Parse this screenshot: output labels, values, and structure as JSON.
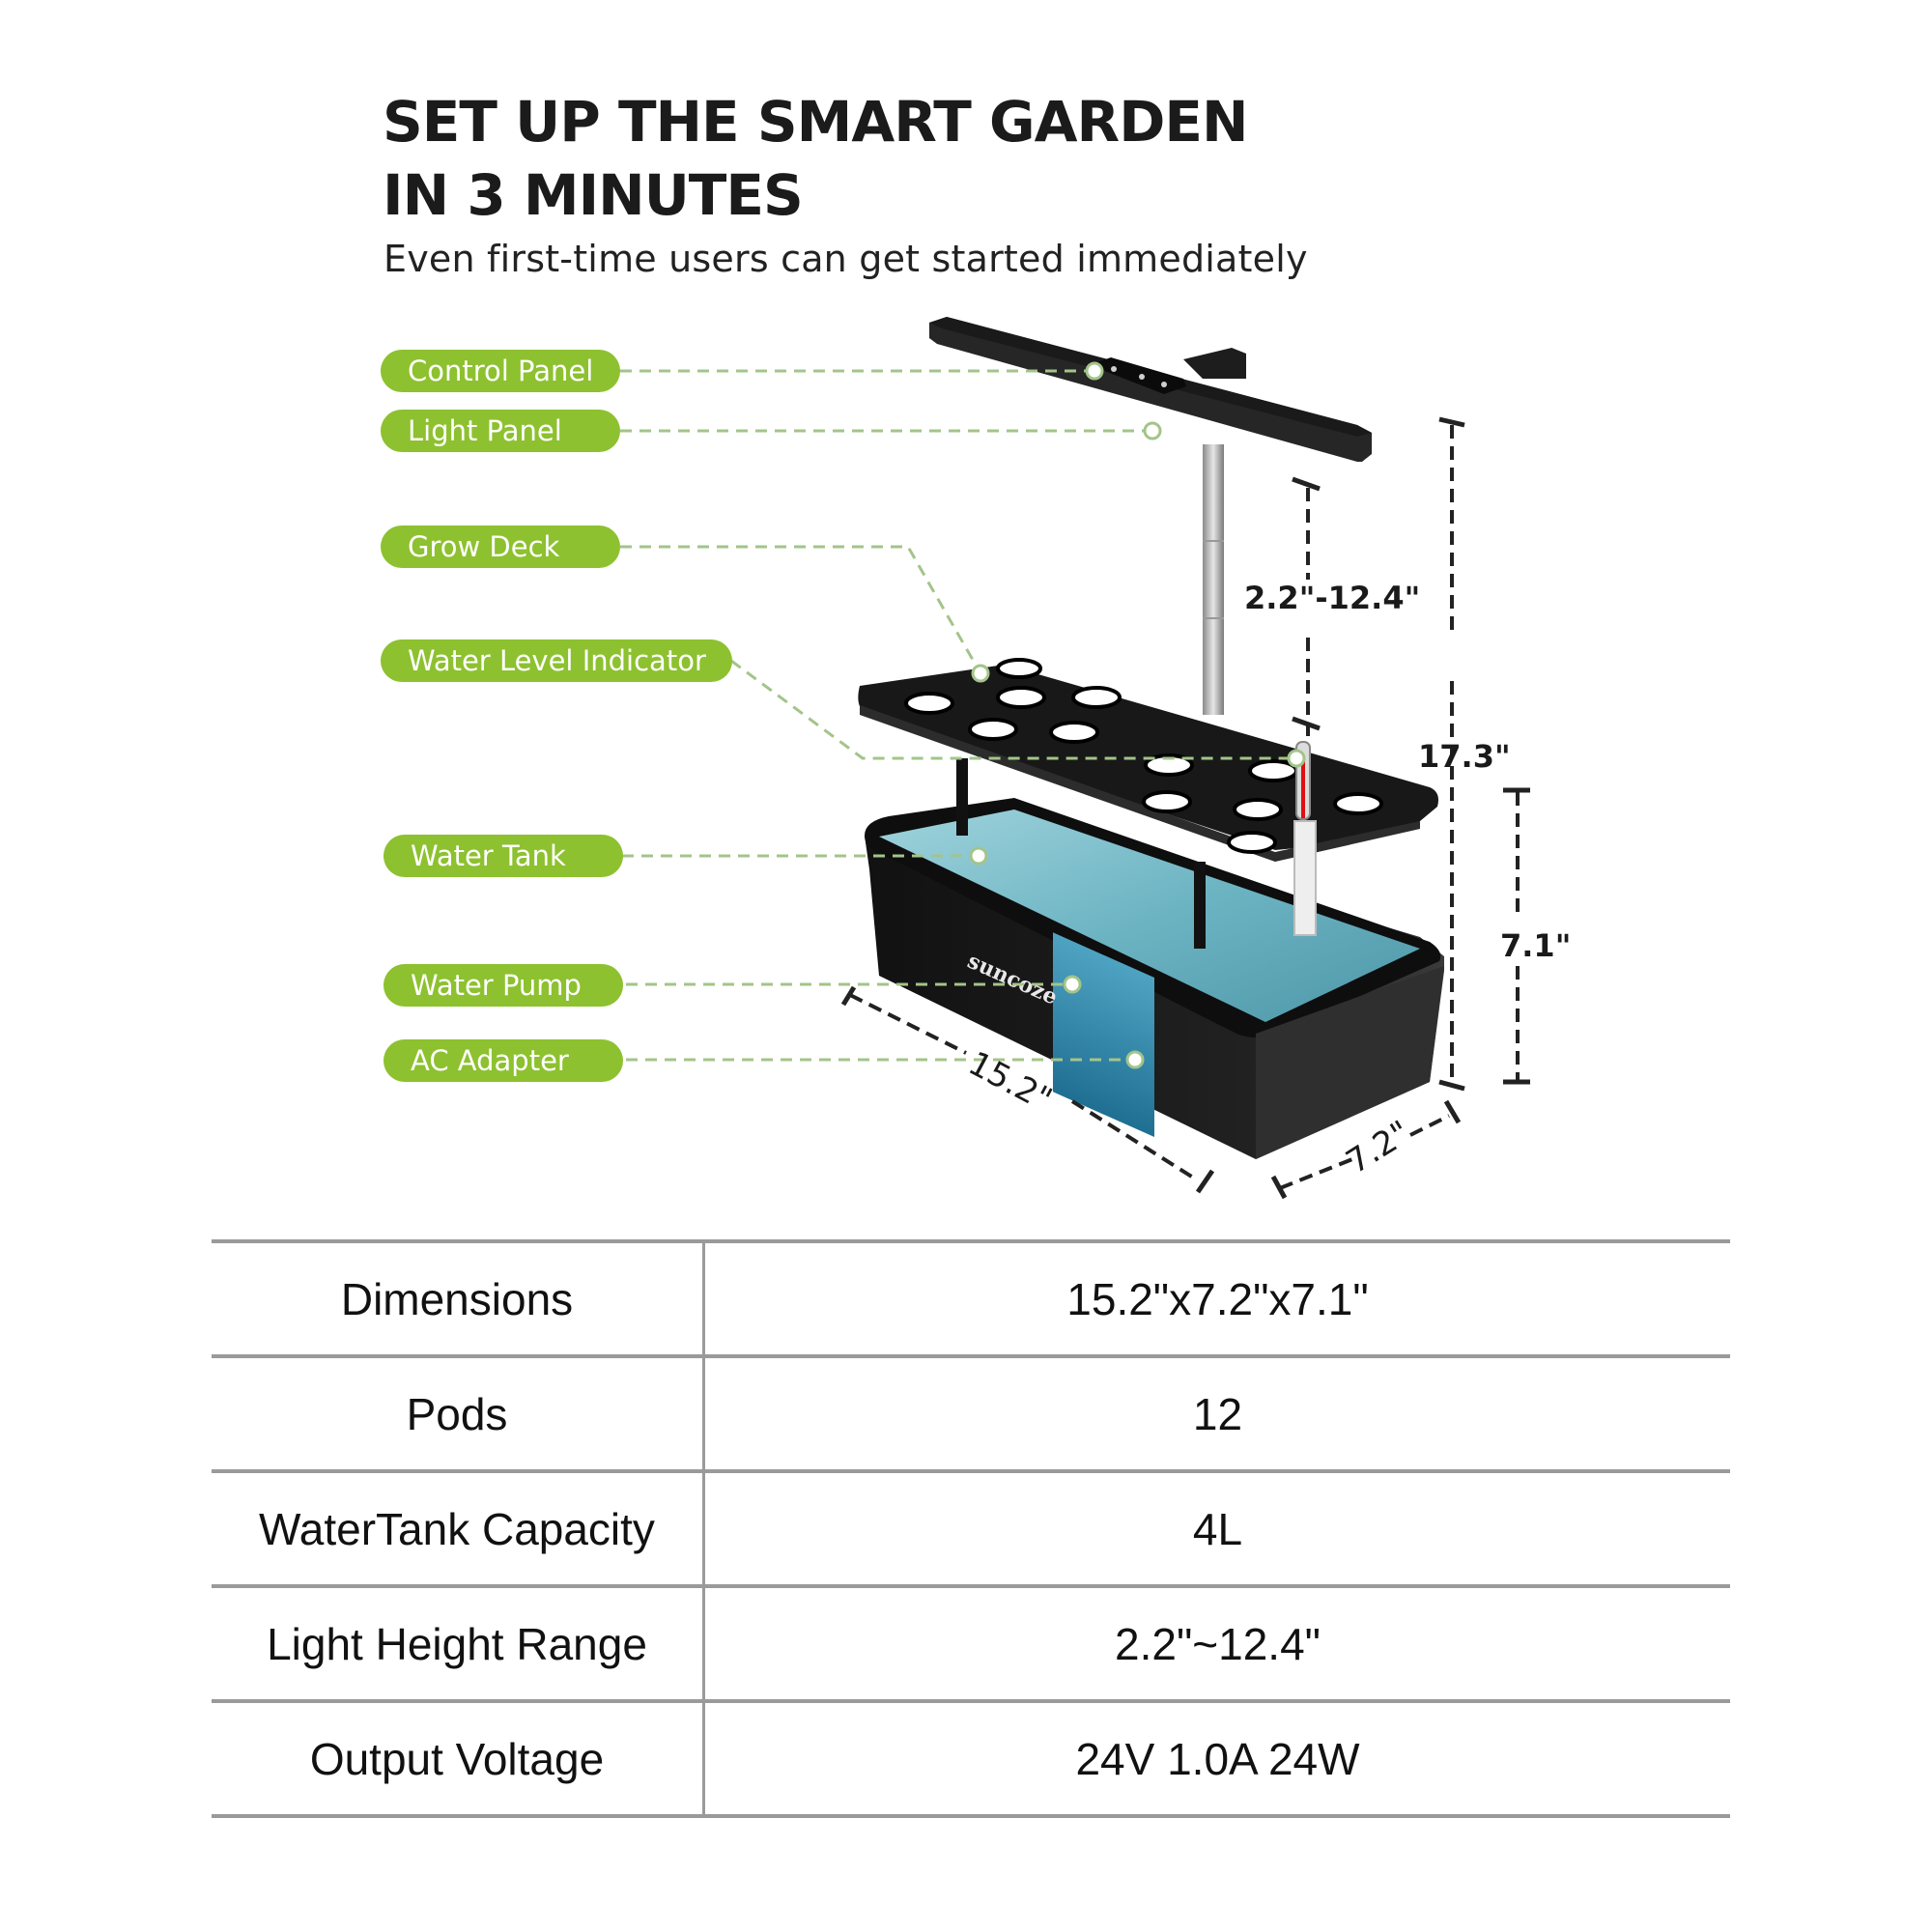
{
  "header": {
    "title_line1": "SET UP THE SMART GARDEN",
    "title_line2": "IN 3 MINUTES",
    "subtitle": "Even first-time users can get started immediately"
  },
  "callouts": [
    {
      "label": "Control Panel"
    },
    {
      "label": "Light Panel"
    },
    {
      "label": "Grow Deck"
    },
    {
      "label": "Water Level Indicator"
    },
    {
      "label": "Water Tank"
    },
    {
      "label": "Water Pump"
    },
    {
      "label": "AC Adapter"
    }
  ],
  "product": {
    "brand": "suncoze",
    "dimensions": {
      "light_range": "2.2\"-12.4\"",
      "total_height": "17.3\"",
      "tank_height": "7.1\"",
      "length": "15.2\"",
      "width": "7.2\""
    }
  },
  "specs": {
    "rows": [
      {
        "label": "Dimensions",
        "value": "15.2\"x7.2\"x7.1\""
      },
      {
        "label": "Pods",
        "value": "12"
      },
      {
        "label": "WaterTank Capacity",
        "value": "4L"
      },
      {
        "label": "Light Height Range",
        "value": "2.2\"~12.4\""
      },
      {
        "label": "Output Voltage",
        "value": "24V 1.0A 24W"
      }
    ]
  },
  "colors": {
    "accent_green": "#8dc12f",
    "leader_line": "#a3c48a",
    "device_black": "#1c1c1c",
    "water": "#6fb8c6",
    "table_rule": "#9a9a9a"
  }
}
